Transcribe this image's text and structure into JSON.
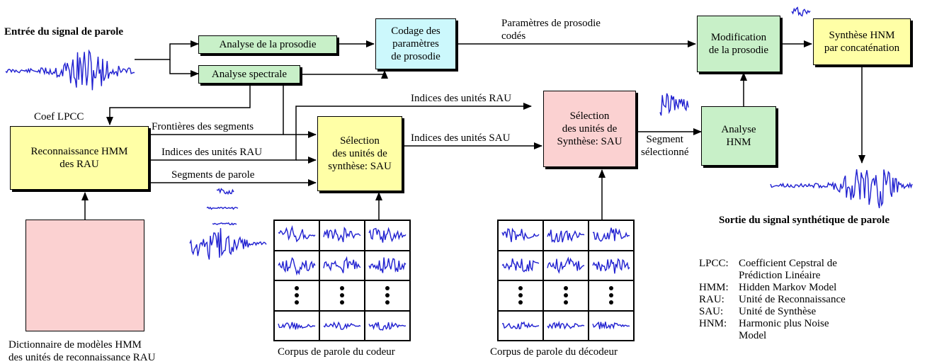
{
  "input": {
    "title": "Entrée du signal de parole"
  },
  "output": {
    "title": "Sortie du signal synthétique de parole"
  },
  "boxes": {
    "analyse_prosodie": "Analyse de la prosodie",
    "analyse_spectrale": "Analyse spectrale",
    "codage": "Codage des\nparamètres\nde prosodie",
    "modification": "Modification\nde la prosodie",
    "synthese_hnm": "Synthèse HNM\npar concaténation",
    "reconnaissance": "Reconnaissance HMM\ndes RAU",
    "selection_codeur": "Sélection\ndes unités de\nsynthèse: SAU",
    "selection_decodeur": "Sélection\ndes unités de\nSynthèse: SAU",
    "analyse_hnm": "Analyse\nHNM"
  },
  "labels": {
    "parametres_codes": "Paramètres de prosodie\ncodés",
    "coef_lpcc": "Coef LPCC",
    "frontieres": "Frontières des segments",
    "indices_rau_left": "Indices des unités RAU",
    "segments_parole": "Segments de parole",
    "indices_rau_top": "Indices des unités RAU",
    "indices_sau": "Indices des unités SAU",
    "segment_selectionne": "Segment\nsélectionné",
    "corpus_codeur": "Corpus de parole du codeur",
    "corpus_decodeur": "Corpus de parole du décodeur",
    "dictionnaire": "Dictionnaire de modèles HMM\ndes unités de reconnaissance RAU"
  },
  "legend": [
    {
      "key": "LPCC:",
      "value": "Coefficient Cepstral de\nPrédiction Linéaire"
    },
    {
      "key": "HMM:",
      "value": "Hidden Markov Model"
    },
    {
      "key": "RAU:",
      "value": "Unité de Reconnaissance"
    },
    {
      "key": "SAU:",
      "value": "Unité de Synthèse"
    },
    {
      "key": "HNM:",
      "value": "Harmonic plus Noise\nModel"
    }
  ],
  "colors": {
    "green": "#c8f0c8",
    "cyan": "#ccf8fc",
    "yellow": "#ffffa6",
    "pink": "#fbd1d1",
    "waveform": "#1f1fd0"
  }
}
